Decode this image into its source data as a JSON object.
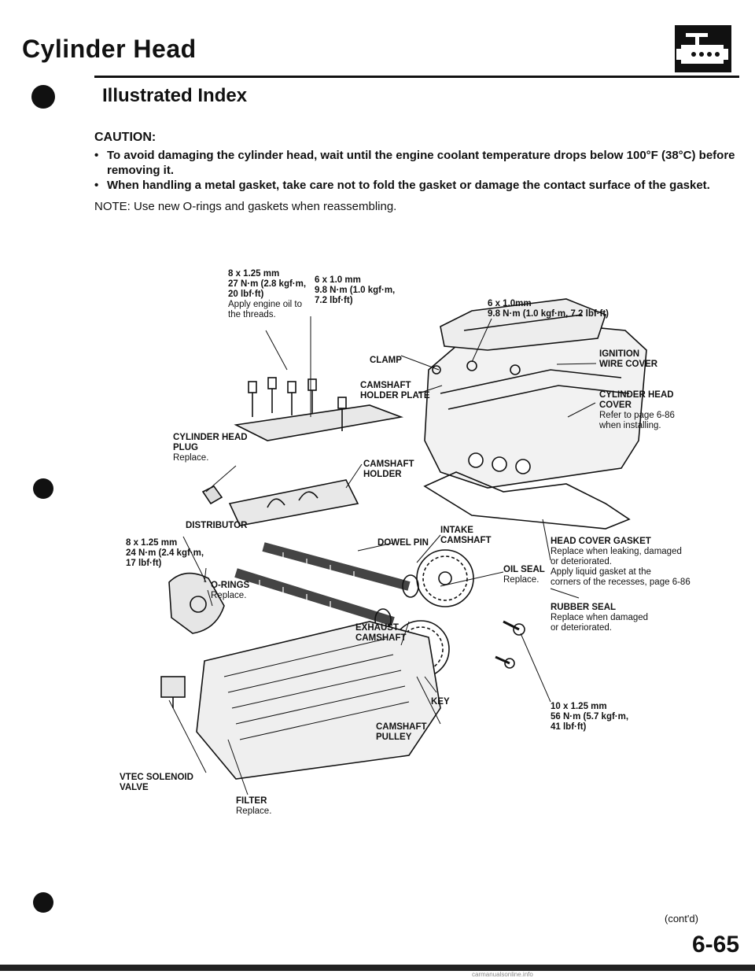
{
  "header": {
    "title": "Cylinder Head",
    "subtitle": "Illustrated Index"
  },
  "caution": {
    "heading": "CAUTION:",
    "items": [
      "To avoid damaging the cylinder head, wait until the engine coolant temperature drops below 100°F (38°C) before removing it.",
      "When handling a metal gasket, take care not to fold the gasket or damage the contact surface of the gasket."
    ]
  },
  "note": "NOTE: Use new O-rings and gaskets when reassembling.",
  "labels": {
    "bolt_8x125_27": {
      "title": "8 x 1.25 mm\n27 N·m (2.8 kgf·m,\n20 lbf·ft)",
      "sub": "Apply engine oil to\nthe threads."
    },
    "bolt_6x10_98a": {
      "title": "6 x 1.0 mm\n9.8 N·m (1.0 kgf·m,\n7.2 lbf·ft)"
    },
    "bolt_6x10_98b": {
      "title": "6 x 1.0mm\n9.8 N·m (1.0 kgf·m, 7.2 lbf·ft)"
    },
    "clamp": {
      "title": "CLAMP"
    },
    "ignition_wire_cover": {
      "title": "IGNITION\nWIRE COVER"
    },
    "camshaft_holder_plate": {
      "title": "CAMSHAFT\nHOLDER PLATE"
    },
    "cylinder_head_cover": {
      "title": "CYLINDER HEAD\nCOVER",
      "sub": "Refer to page 6-86\nwhen installing."
    },
    "cylinder_head_plug": {
      "title": "CYLINDER HEAD\nPLUG",
      "sub": "Replace."
    },
    "camshaft_holder": {
      "title": "CAMSHAFT\nHOLDER"
    },
    "distributor": {
      "title": "DISTRIBUTOR"
    },
    "bolt_8x125_24": {
      "title": "8 x 1.25 mm\n24 N·m (2.4 kgf·m,\n17 lbf·ft)"
    },
    "dowel_pin": {
      "title": "DOWEL PIN"
    },
    "intake_camshaft": {
      "title": "INTAKE\nCAMSHAFT"
    },
    "head_cover_gasket": {
      "title": "HEAD COVER GASKET",
      "sub": "Replace when leaking, damaged\nor deteriorated.\nApply liquid gasket at the\ncorners of the recesses, page 6-86"
    },
    "oil_seal": {
      "title": "OIL SEAL",
      "sub": "Replace."
    },
    "o_rings": {
      "title": "O-RINGS",
      "sub": "Replace."
    },
    "rubber_seal": {
      "title": "RUBBER SEAL",
      "sub": "Replace when damaged\nor deteriorated."
    },
    "exhaust_camshaft": {
      "title": "EXHAUST\nCAMSHAFT"
    },
    "key": {
      "title": "KEY"
    },
    "bolt_10x125": {
      "title": "10 x 1.25 mm\n56 N·m (5.7 kgf·m,\n41 lbf·ft)"
    },
    "camshaft_pulley": {
      "title": "CAMSHAFT\nPULLEY"
    },
    "vtec_solenoid": {
      "title": "VTEC SOLENOID\nVALVE"
    },
    "filter": {
      "title": "FILTER",
      "sub": "Replace."
    }
  },
  "footer": {
    "contd": "(cont'd)",
    "page": "6-65",
    "watermark": "carmanualsonline.info"
  }
}
